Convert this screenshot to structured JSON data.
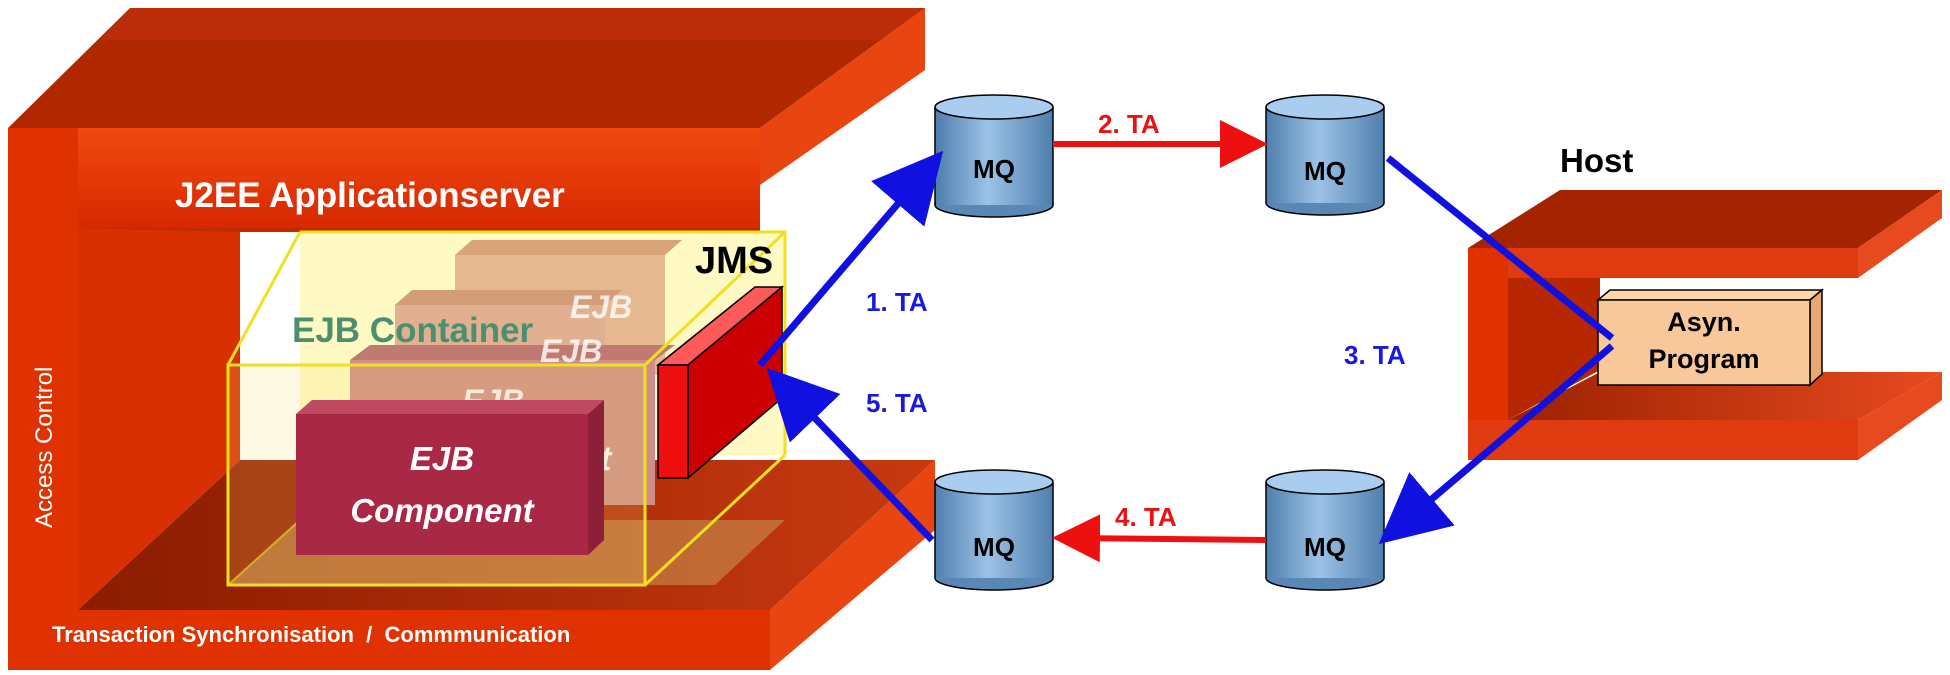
{
  "server": {
    "title": "J2EE Applicationserver",
    "side_label": "Access Control",
    "bottom_label": "Transaction Synchronisation  /  Commmunication"
  },
  "container": {
    "label": "EJB Container",
    "back_component_fragment_1": "EJB",
    "back_component_fragment_2": "EJB",
    "back_component_fragment_3": "EJB",
    "back_component_fragment_4": "t",
    "front_component_line1": "EJB",
    "front_component_line2": "Component"
  },
  "jms": {
    "label": "JMS"
  },
  "queues": {
    "top_left": "MQ",
    "top_right": "MQ",
    "bottom_left": "MQ",
    "bottom_right": "MQ"
  },
  "steps": {
    "ta1": "1. TA",
    "ta2": "2. TA",
    "ta3": "3. TA",
    "ta4": "4. TA",
    "ta5": "5. TA"
  },
  "host": {
    "title": "Host",
    "program_line1": "Asyn.",
    "program_line2": "Program"
  },
  "colors": {
    "server_front": "#e03200",
    "server_dark": "#a82000",
    "server_top": "#b82a00",
    "blue_arrow": "#1010e0",
    "red_arrow": "#ee1010",
    "step_blue": "#1818e0",
    "step_red": "#ee1010",
    "mq_body": "#7aa6cf",
    "component_front": "#a82846",
    "jms_front": "#ee1010",
    "program_fill": "#f8c89a"
  }
}
